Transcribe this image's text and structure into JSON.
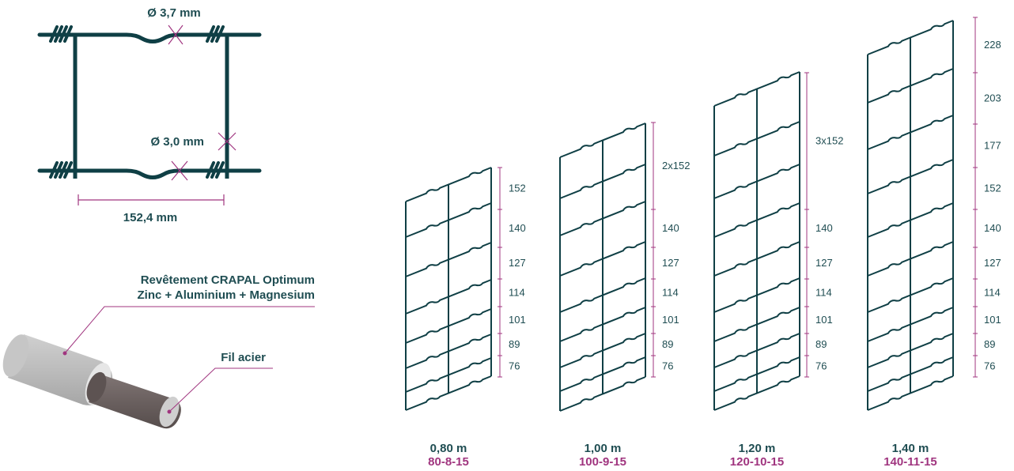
{
  "colors": {
    "wire": "#0f3f45",
    "accent": "#a0357f",
    "text": "#1f4d52",
    "coating": "#bdbdbd",
    "core": "#6e6463"
  },
  "detail": {
    "top_wire_diameter": "Ø 3,7 mm",
    "vertical_wire_diameter": "Ø 3,0 mm",
    "mesh_width": "152,4 mm"
  },
  "wire_section": {
    "coating_label_line1": "Revêtement CRAPAL Optimum",
    "coating_label_line2": "Zinc + Aluminium + Magnesium",
    "core_label": "Fil acier"
  },
  "panels": [
    {
      "height": "0,80 m",
      "code": "80-8-15",
      "spacings": [
        "152",
        "140",
        "127",
        "114",
        "101",
        "89",
        "76"
      ]
    },
    {
      "height": "1,00 m",
      "code": "100-9-15",
      "spacings": [
        "2x152",
        "140",
        "127",
        "114",
        "101",
        "89",
        "76"
      ]
    },
    {
      "height": "1,20 m",
      "code": "120-10-15",
      "spacings": [
        "3x152",
        "140",
        "127",
        "114",
        "101",
        "89",
        "76"
      ]
    },
    {
      "height": "1,40 m",
      "code": "140-11-15",
      "spacings": [
        "228",
        "203",
        "177",
        "152",
        "140",
        "127",
        "114",
        "101",
        "89",
        "76"
      ]
    }
  ]
}
